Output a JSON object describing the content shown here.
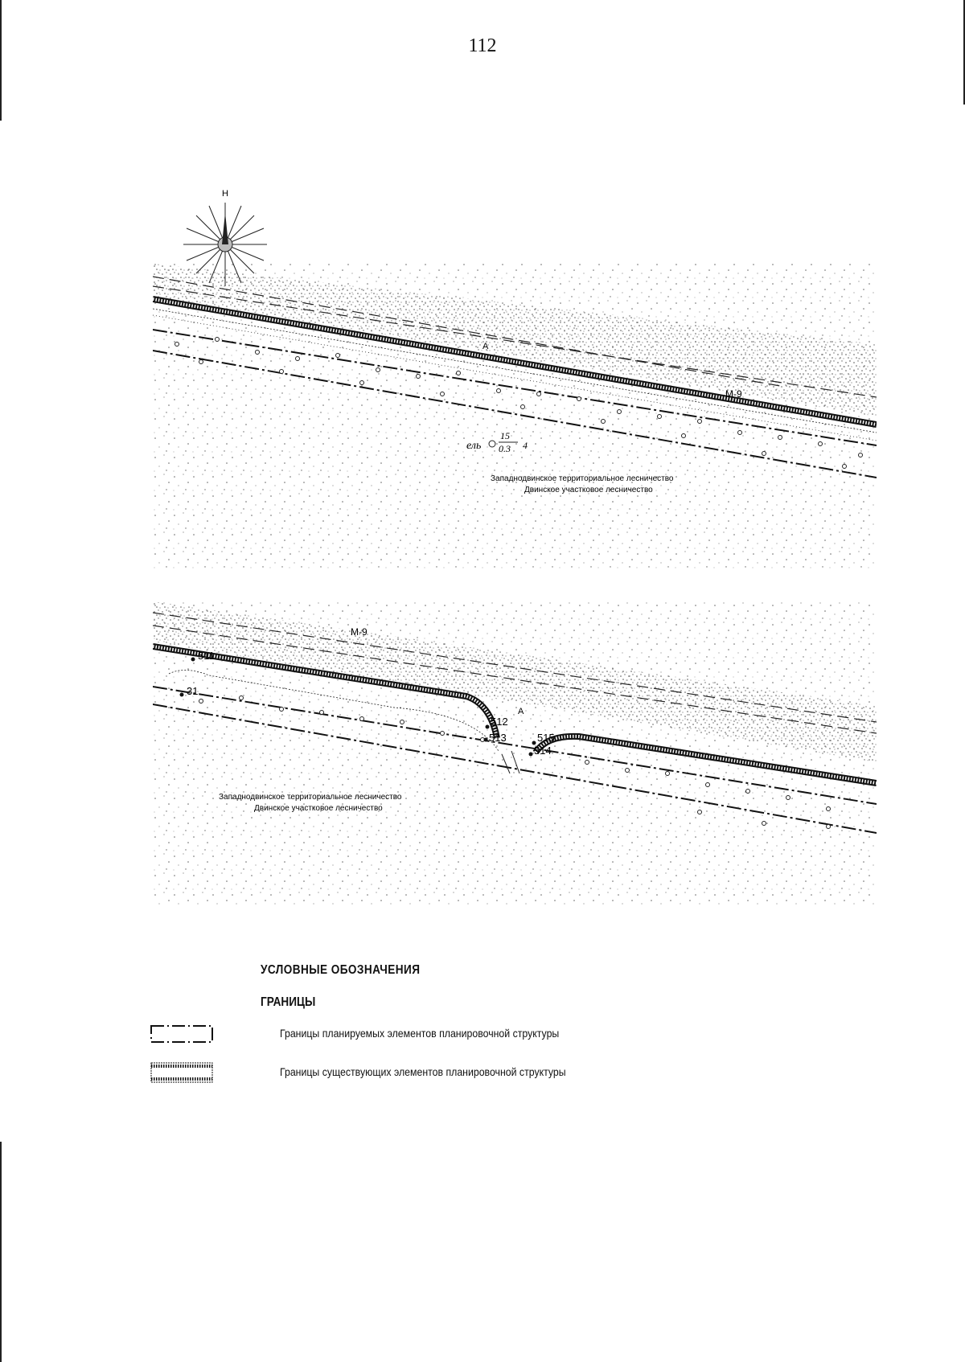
{
  "page_number": "112",
  "map_top": {
    "north_label": "Н",
    "road_label": "М-9",
    "zone_label": "А",
    "tree_species": "ель",
    "tree_numerator": "15",
    "tree_denominator": "0.3",
    "tree_suffix": "4",
    "forestry_line1": "Западнодвинское территориальное лесничество",
    "forestry_line2": "Двинское участковое лесничество"
  },
  "map_bottom": {
    "road_label": "М-9",
    "zone_label": "А",
    "point_511": "511",
    "point_31": "31",
    "point_512": "512",
    "point_513": "513",
    "point_514": "514",
    "point_515": "515",
    "forestry_line1": "Западнодвинское территориальное лесничество",
    "forestry_line2": "Двинское участковое лесничество"
  },
  "legend": {
    "title": "УСЛОВНЫЕ ОБОЗНАЧЕНИЯ",
    "subtitle": "ГРАНИЦЫ",
    "items": [
      {
        "label": "Границы планируемых элементов планировочной структуры"
      },
      {
        "label": "Границы существующих элементов планировочной структуры"
      }
    ]
  }
}
